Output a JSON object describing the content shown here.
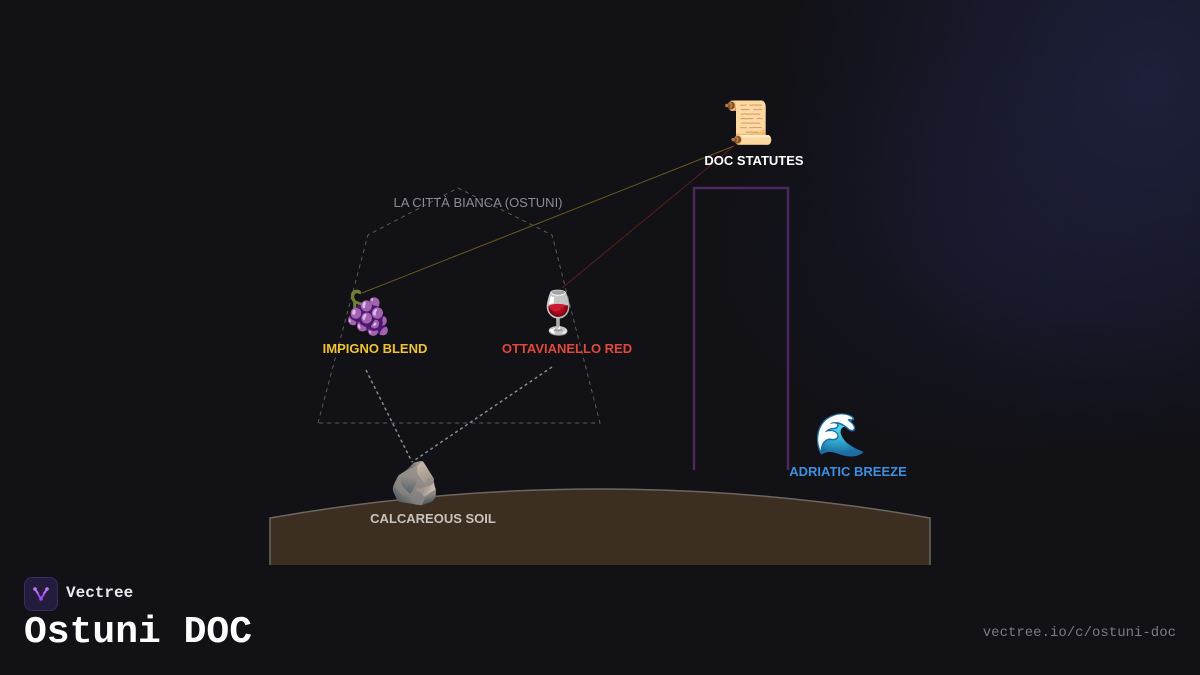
{
  "brand": {
    "name": "Vectree",
    "logo_icon": "vectree-logo-icon"
  },
  "title": "Ostuni DOC",
  "url": "vectree.io/c/ostuni-doc",
  "diagram": {
    "region_label": "LA CITTÀ BIANCA (OSTUNI)",
    "nodes": {
      "doc_statutes": {
        "label": "DOC STATUTES",
        "icon": "scroll-icon",
        "glyph": "📜",
        "color": "#ffffff"
      },
      "impigno_blend": {
        "label": "IMPIGNO BLEND",
        "icon": "grapes-icon",
        "glyph": "🍇",
        "color": "#f0c330"
      },
      "ottavianello_red": {
        "label": "OTTAVIANELLO RED",
        "icon": "wine-glass-icon",
        "glyph": "🍷",
        "color": "#e0483e"
      },
      "calcareous_soil": {
        "label": "CALCAREOUS SOIL",
        "icon": "rock-icon",
        "glyph": "🪨",
        "color": "#c8c4bc"
      },
      "adriatic_breeze": {
        "label": "ADRIATIC BREEZE",
        "icon": "wave-icon",
        "glyph": "🌊",
        "color": "#3d8fe0"
      }
    },
    "colors": {
      "ground_fill": "#3d2e22",
      "ground_stroke": "#6b6762",
      "tower_stroke": "#4a2a5e",
      "link_gold": "#6b5a1e",
      "link_red": "#5a1e22",
      "region_stroke": "#5a5a62",
      "soil_link": "#8a8a92"
    }
  }
}
